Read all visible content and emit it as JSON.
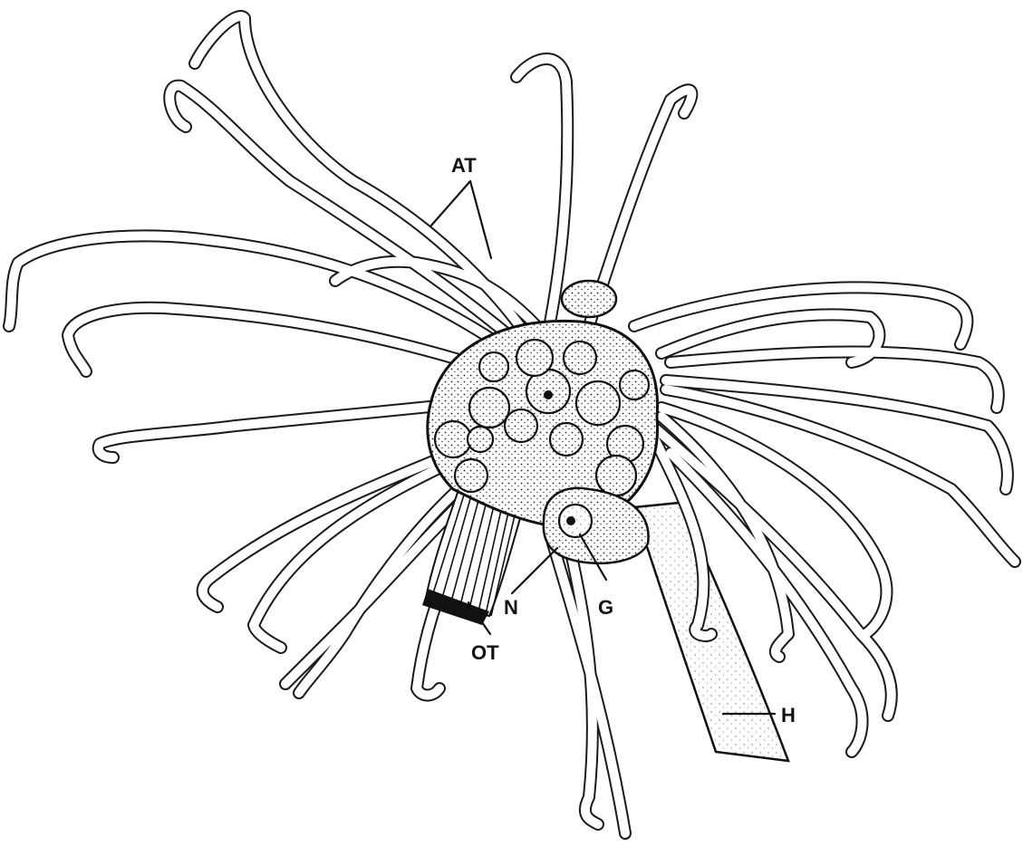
{
  "figure": {
    "ink_color": "#111111",
    "labels": {
      "AT": "AT",
      "OT": "OT",
      "N": "N",
      "G": "G",
      "H": "H"
    }
  }
}
